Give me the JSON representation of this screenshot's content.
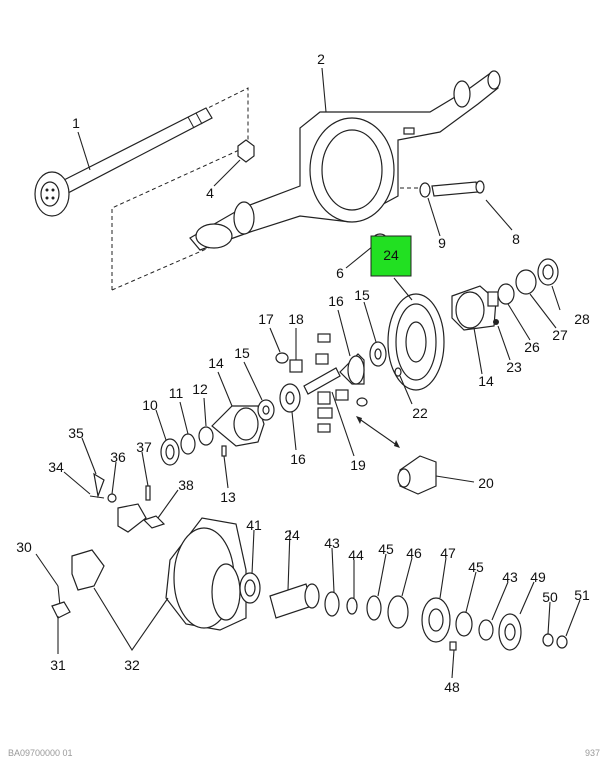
{
  "labels": {
    "l1": "1",
    "l2": "2",
    "l4": "4",
    "l6": "6",
    "l8": "8",
    "l9": "9",
    "l24a": "24",
    "l15a": "15",
    "l16a": "16",
    "l17": "17",
    "l18": "18",
    "l28": "28",
    "l27": "27",
    "l26": "26",
    "l23": "23",
    "l14a": "14",
    "l22": "22",
    "l14b": "14",
    "l15b": "15",
    "l12": "12",
    "l11": "11",
    "l10": "10",
    "l16b": "16",
    "l19": "19",
    "l13": "13",
    "l20": "20",
    "l35": "35",
    "l34": "34",
    "l36": "36",
    "l37": "37",
    "l38": "38",
    "l30": "30",
    "l31": "31",
    "l32": "32",
    "l41": "41",
    "l24b": "24",
    "l43a": "43",
    "l44": "44",
    "l45a": "45",
    "l46": "46",
    "l47": "47",
    "l45b": "45",
    "l43b": "43",
    "l49": "49",
    "l50": "50",
    "l51": "51",
    "l48": "48"
  },
  "highlight": {
    "label": "24",
    "color": "#22e022"
  },
  "footer": {
    "left": "BA09700000 01",
    "right": "937"
  }
}
